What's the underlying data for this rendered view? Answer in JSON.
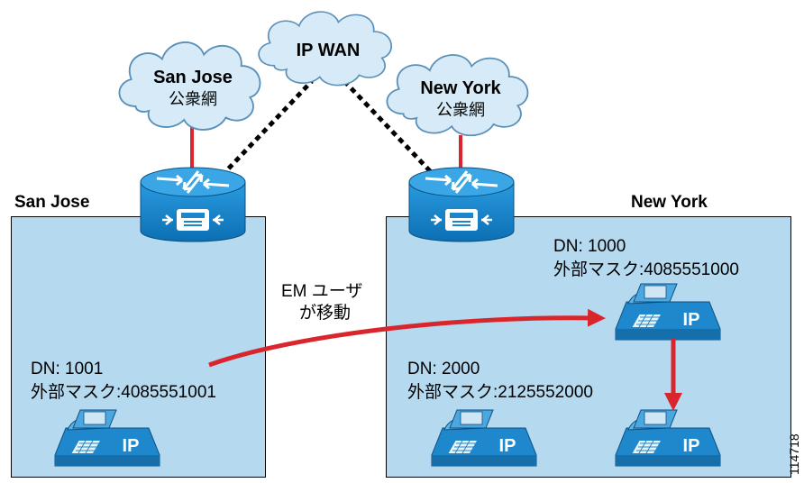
{
  "sites": {
    "san_jose": {
      "label": "San Jose",
      "dn": "DN: 1001",
      "mask": "外部マスク:4085551001"
    },
    "new_york": {
      "label": "New York",
      "phone_a": {
        "dn": "DN: 1000",
        "mask": "外部マスク:4085551000"
      },
      "phone_b": {
        "dn": "DN: 2000",
        "mask": "外部マスク:2125552000"
      }
    }
  },
  "clouds": {
    "wan": {
      "line1": "IP WAN"
    },
    "pstn_sj": {
      "line1": "San Jose",
      "line2": "公衆網"
    },
    "pstn_ny": {
      "line1": "New York",
      "line2": "公衆網"
    }
  },
  "move_label": {
    "line1": "EM ユーザ",
    "line2": "が移動"
  },
  "phone_badge": "IP",
  "figure_id": "114718",
  "colors": {
    "site_fill": "#b5d9ef",
    "cloud_fill": "#d6ebf7",
    "link_red": "#d9262c",
    "device_blue": "#1f8fd0"
  }
}
